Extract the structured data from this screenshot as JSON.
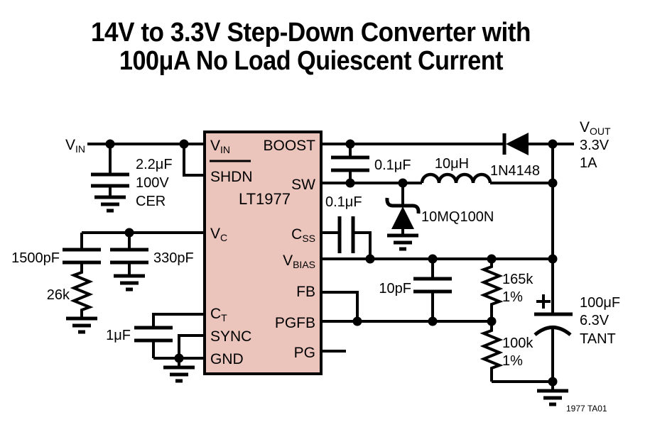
{
  "colors": {
    "ic_fill": "#EBC4BC",
    "ink": "#000000",
    "bg": "#FFFFFF"
  },
  "title": {
    "line1": "14V to 3.3V Step-Down Converter with",
    "line2": "100μA No Load Quiescent Current"
  },
  "ic": {
    "part": "LT1977"
  },
  "pins": {
    "vin": {
      "main": "V",
      "sub": "IN"
    },
    "shdn": {
      "main": "SHDN"
    },
    "vc": {
      "main": "V",
      "sub": "C"
    },
    "ct": {
      "main": "C",
      "sub": "T"
    },
    "sync": {
      "main": "SYNC"
    },
    "gnd": {
      "main": "GND"
    },
    "boost": {
      "main": "BOOST"
    },
    "sw": {
      "main": "SW"
    },
    "css": {
      "main": "C",
      "sub": "SS"
    },
    "vbias": {
      "main": "V",
      "sub": "BIAS"
    },
    "fb": {
      "main": "FB"
    },
    "pgfb": {
      "main": "PGFB"
    },
    "pg": {
      "main": "PG"
    }
  },
  "nets": {
    "vin_label": {
      "main": "V",
      "sub": "IN"
    },
    "vout_label": {
      "main": "V",
      "sub": "OUT"
    },
    "vout_voltage": "3.3V",
    "vout_current": "1A"
  },
  "components": {
    "input_cap": {
      "l1": "2.2μF",
      "l2": "100V",
      "l3": "CER"
    },
    "comp_cap_1500": "1500pF",
    "comp_res_26k": "26k",
    "comp_cap_330": "330pF",
    "timing_cap": "1μF",
    "boost_cap": "0.1μF",
    "css_cap": "0.1μF",
    "inductor": "10μH",
    "boost_diode": "1N4148",
    "catch_diode": "10MQ100N",
    "fb_cap": "10pF",
    "fb_res_top": {
      "value": "165k",
      "tol": "1%"
    },
    "fb_res_bot": {
      "value": "100k",
      "tol": "1%"
    },
    "out_cap": {
      "l1": "100μF",
      "l2": "6.3V",
      "l3": "TANT"
    }
  },
  "footer": {
    "note": "1977 TA01"
  }
}
